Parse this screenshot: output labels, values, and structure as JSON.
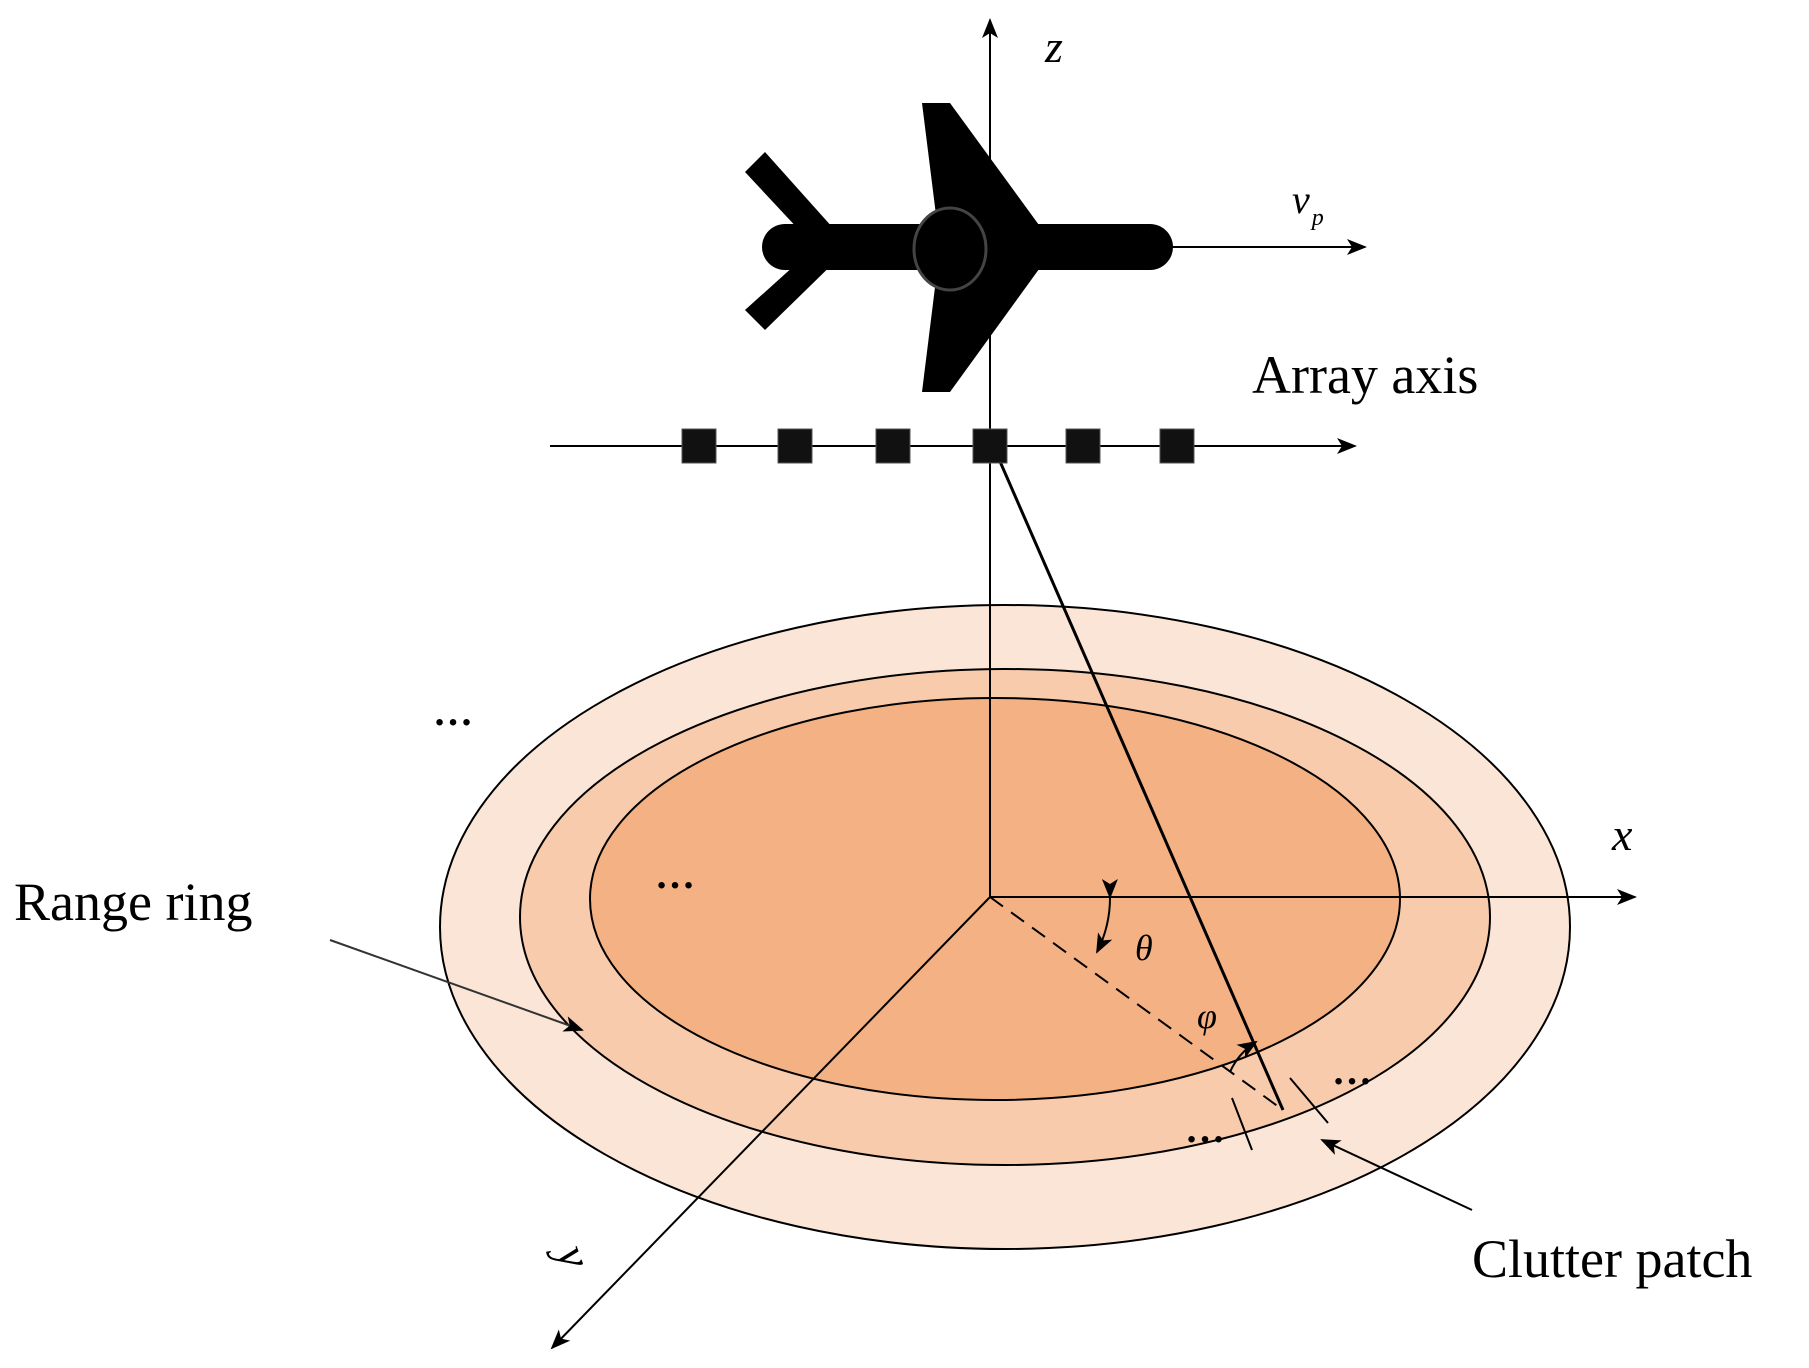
{
  "axes": {
    "x": "x",
    "y": "y",
    "z": "z"
  },
  "velocity": {
    "symbol": "v",
    "subscript": "p"
  },
  "labels": {
    "array_axis": "Array axis",
    "range_ring": "Range ring",
    "clutter_patch": "Clutter patch"
  },
  "angles": {
    "theta": "θ",
    "phi": "φ"
  },
  "ellipsis": "…",
  "colors": {
    "outer_ring": "#fbe5d6",
    "middle_ring": "#f8cbad",
    "inner_disc": "#f4b183",
    "ink": "#000000"
  },
  "icons": {
    "platform": "airplane-icon",
    "array_element": "square-icon"
  }
}
